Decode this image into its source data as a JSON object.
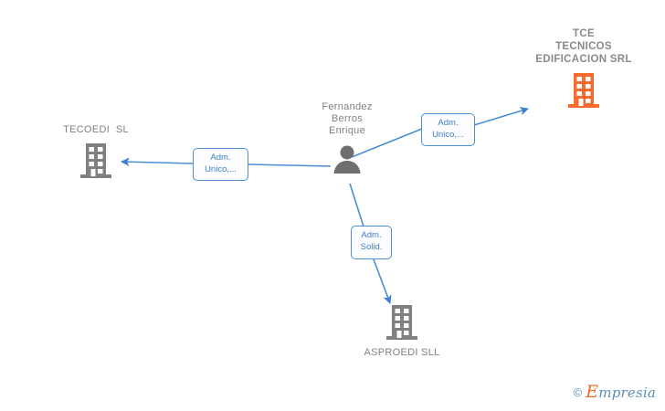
{
  "diagram": {
    "type": "corporate-relationship-graph",
    "background_color": "#ffffff",
    "edge_color": "#4a8fd4",
    "company_gray": "#808080",
    "company_highlight": "#f96a2e",
    "nodes": [
      {
        "id": "tce",
        "label": "TCE\nTECNICOS\nEDIFICACION SRL",
        "kind": "company",
        "icon": "building-icon",
        "color": "#f96a2e",
        "highlighted": true
      },
      {
        "id": "tecoedi",
        "label": "TECOEDI  SL",
        "kind": "company",
        "icon": "building-icon",
        "color": "#808080",
        "highlighted": false
      },
      {
        "id": "person",
        "label": "Fernandez\nBerros\nEnrique",
        "kind": "person",
        "icon": "person-icon",
        "color": "#808080",
        "highlighted": false
      },
      {
        "id": "asproedi",
        "label": "ASPROEDI SLL",
        "kind": "company",
        "icon": "building-icon",
        "color": "#808080",
        "highlighted": false
      }
    ],
    "edges": [
      {
        "id": "edge-person-tce",
        "from": "person",
        "to": "tce",
        "label": "Adm.\nUnico,..."
      },
      {
        "id": "edge-person-tecoedi",
        "from": "person",
        "to": "tecoedi",
        "label": "Adm.\nUnico,..."
      },
      {
        "id": "edge-person-asproedi",
        "from": "person",
        "to": "asproedi",
        "label": "Adm.\nSolid."
      }
    ]
  },
  "watermark": {
    "copyright": "©",
    "brand_initial": "E",
    "brand_rest": "mpresia"
  }
}
